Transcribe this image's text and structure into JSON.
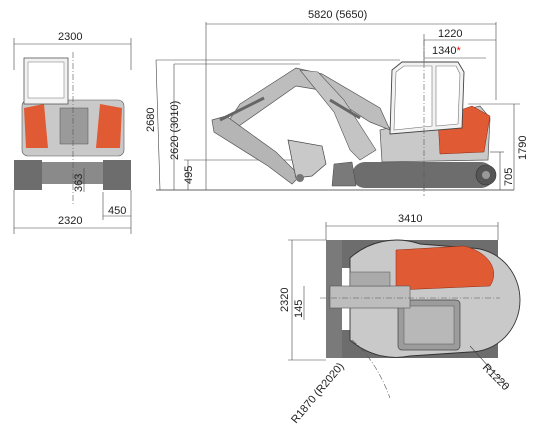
{
  "colors": {
    "body": "#c9c9c9",
    "orange": "#e05a34",
    "dark": "#4a4a4a",
    "track": "#6d6d6d",
    "glass": "#f2f2f2"
  },
  "front_view": {
    "width_top": "2300",
    "track_width": "2320",
    "track_height": "450",
    "ground_clearance": "363"
  },
  "side_view": {
    "overall_length": "5820 (5650)",
    "rear_offset": "1220",
    "rear_offset_alt": "1340",
    "rear_offset_alt_mark": "*",
    "height": "2680",
    "height_alt": "2620 (3010)",
    "blade_height": "495",
    "tail_height": "1790",
    "track_height": "705"
  },
  "top_view": {
    "length": "3410",
    "width": "2320",
    "offset": "145",
    "front_radius": "R1870 (R2020)",
    "tail_radius": "R1220"
  }
}
